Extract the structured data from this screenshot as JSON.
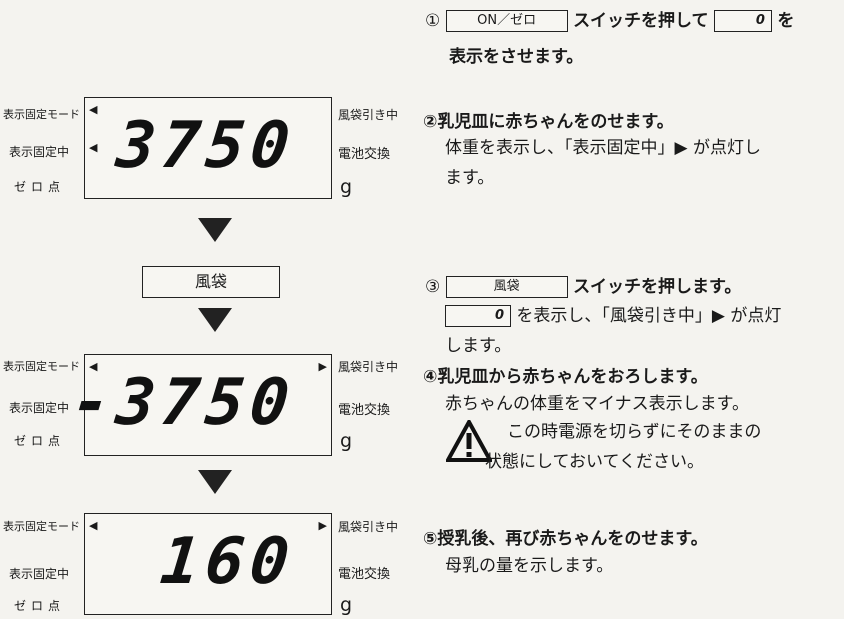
{
  "panel1": {
    "left_top": "表示固定モード",
    "left_mid": "表示固定中",
    "left_bot": "ゼロ点",
    "right_top": "風袋引き中",
    "right_mid": "電池交換",
    "right_bot": "g",
    "value": "3750",
    "left_arrow_top": "◀",
    "left_arrow_mid": "◀"
  },
  "panel2": {
    "left_top": "表示固定モード",
    "left_mid": "表示固定中",
    "left_bot": "ゼロ点",
    "right_top": "風袋引き中",
    "right_mid": "電池交換",
    "right_bot": "g",
    "value": "-3750",
    "left_arrow_top": "◀",
    "right_arrow_top": "▶"
  },
  "panel3": {
    "left_top": "表示固定モード",
    "left_mid": "表示固定中",
    "left_bot": "ゼロ点",
    "right_top": "風袋引き中",
    "right_mid": "電池交換",
    "right_bot": "g",
    "value": "160",
    "left_arrow_top": "◀",
    "right_arrow_top": "▶"
  },
  "tare_key": "風袋",
  "steps": {
    "s1_num": "①",
    "s1_key": "ON／ゼロ",
    "s1_text_a": "スイッチを押して",
    "s1_zero": "0",
    "s1_text_b": "を",
    "s1_line2": "表示をさせます。",
    "s2_head": "②乳児皿に赤ちゃんをのせます。",
    "s2_l1": "体重を表示し、「表示固定中」▶ が点灯し",
    "s2_l2": "ます。",
    "s3_num": "③",
    "s3_key": "風袋",
    "s3_text": "スイッチを押します。",
    "s3_zero": "0",
    "s3_l1": "を表示し、「風袋引き中」▶ が点灯",
    "s3_l2": "します。",
    "s4_head": "④乳児皿から赤ちゃんをおろします。",
    "s4_l1": "赤ちゃんの体重をマイナス表示します。",
    "s4_warn1": "この時電源を切らずにそのままの",
    "s4_warn2": "状態にしておいてください。",
    "s5_head": "⑤授乳後、再び赤ちゃんをのせます。",
    "s5_l1": "母乳の量を示します。"
  },
  "icons": {
    "warning": "warning-triangle-icon",
    "arrow": "down-triangle-icon"
  }
}
